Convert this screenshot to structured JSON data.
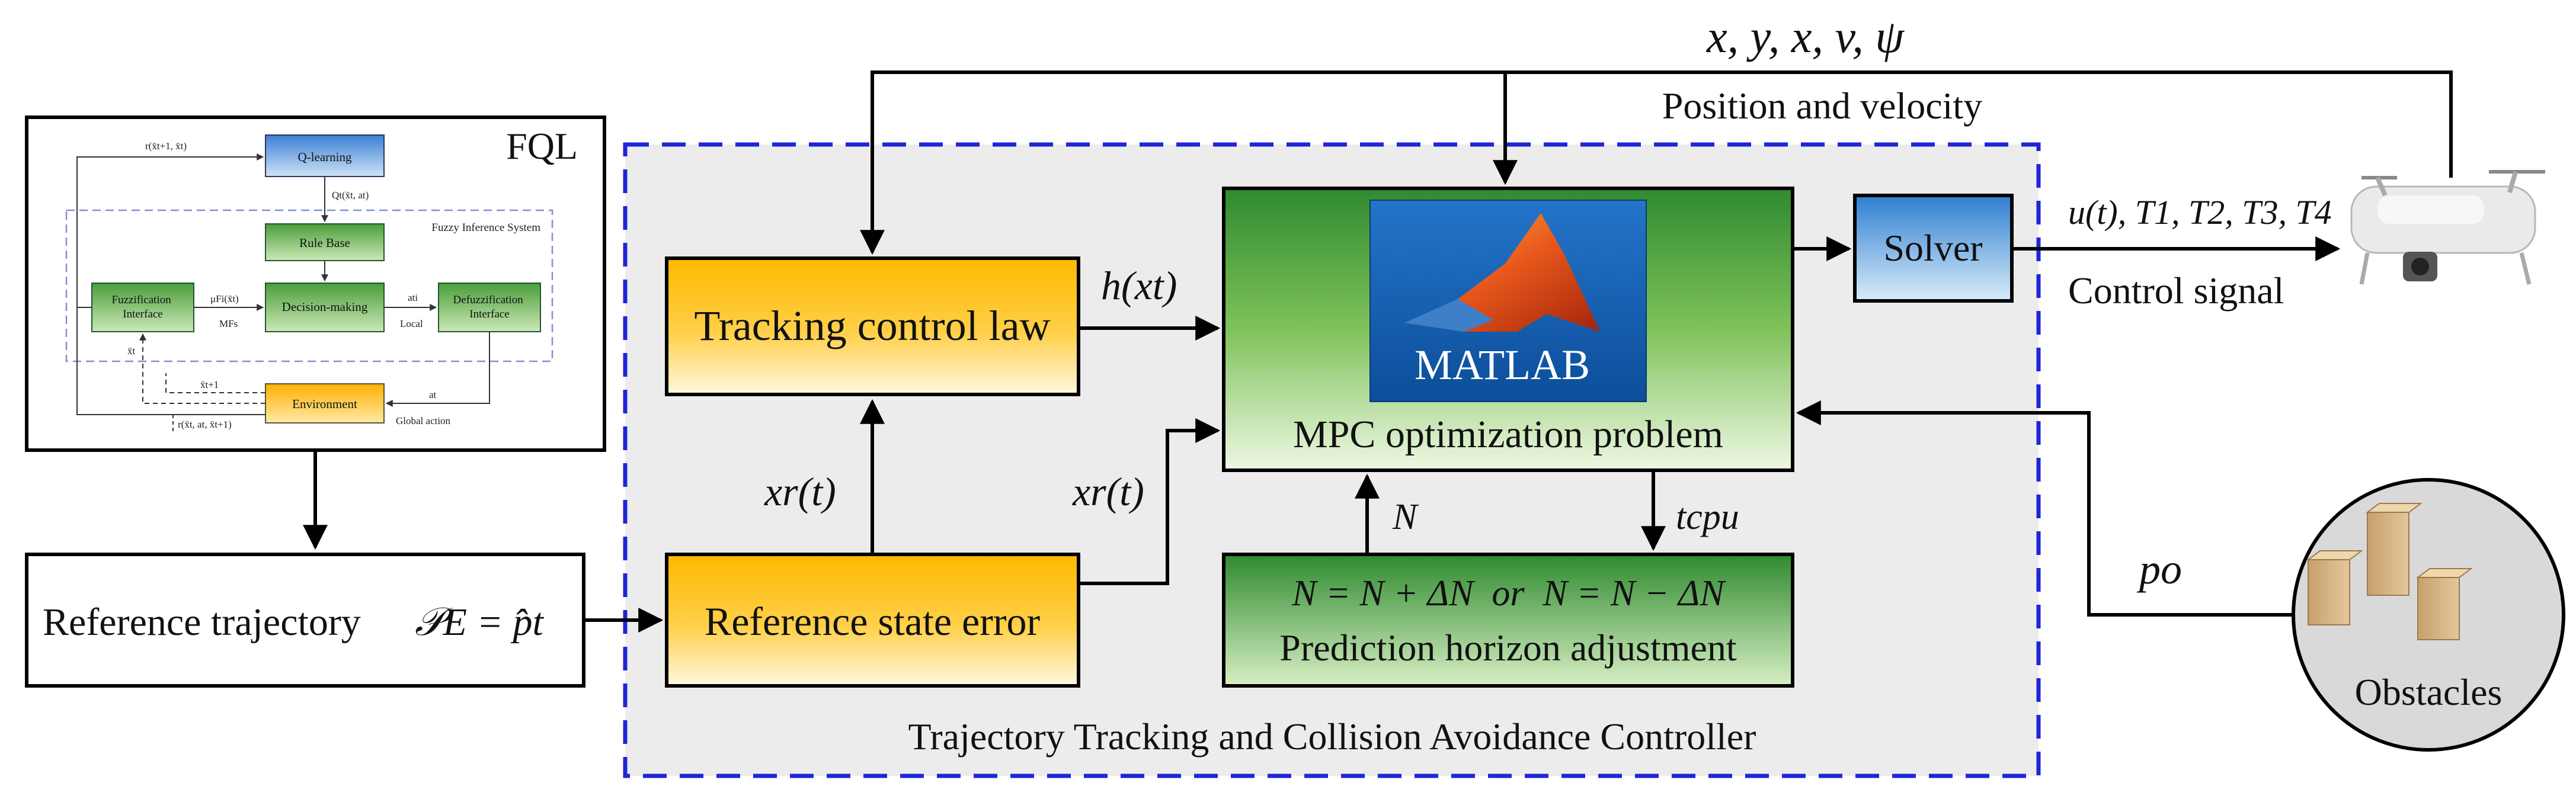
{
  "top_feedback": {
    "state_vars": "x, y, x, v, ψ",
    "caption": "Position and velocity"
  },
  "fql": {
    "title": "FQL",
    "inset": {
      "q_learning": "Q-learning",
      "rule_base": "Rule Base",
      "fuzzy_inference_system": "Fuzzy Inference System",
      "fuzzification": [
        "Fuzzification",
        "Interface"
      ],
      "decision_making": "Decision-making",
      "defuzzification": [
        "Defuzzification",
        "Interface"
      ],
      "environment": "Environment",
      "mfs": "MFs",
      "local": "Local",
      "global_action": "Global action",
      "reward_top": "r(x̄t+1, x̄t)",
      "q_value": "Qt(x̄t, at)",
      "mu": "μFi(x̄t)",
      "a_local": "ati",
      "x_t": "x̄t",
      "x_next": "x̄t+1",
      "a_t": "at",
      "reward_bottom": "r(x̄t, at, x̄t+1)"
    }
  },
  "reference_trajectory": {
    "label": "Reference trajectory",
    "formula": "𝒫E = p̂t"
  },
  "controller": {
    "caption": "Trajectory Tracking and Collision Avoidance Controller",
    "tracking_control_law": "Tracking control law",
    "reference_state_error": "Reference state error",
    "h_label": "h(xt)",
    "xr_left": "xr(t)",
    "xr_right": "xr(t)",
    "mpc_label": "MPC optimization problem",
    "matlab_logo_text": "MATLAB",
    "n_label": "N",
    "tcpu_label": "tcpu",
    "horizon_formula": "N = N + ΔN  or  N = N − ΔN",
    "horizon_label": "Prediction horizon adjustment"
  },
  "solver": {
    "label": "Solver",
    "output": "u(t), T1, T2, T3, T4",
    "caption": "Control signal"
  },
  "obstacles": {
    "label": "Obstacles",
    "p_label": "po"
  },
  "colors": {
    "blue_dash": "#1f25d6",
    "controller_bg": "#ececec",
    "orange_top": "#ffc000",
    "orange_bottom": "#fff6d6",
    "green_top": "#2f8f2f",
    "green_bottom": "#eaf7dd",
    "solver_blue": "#4f9ddd",
    "obstacle_gray": "#d9d9d9",
    "env_orange": "#ffc000",
    "inset_green": "#5fae4a",
    "inset_blue": "#4f8fd8"
  }
}
